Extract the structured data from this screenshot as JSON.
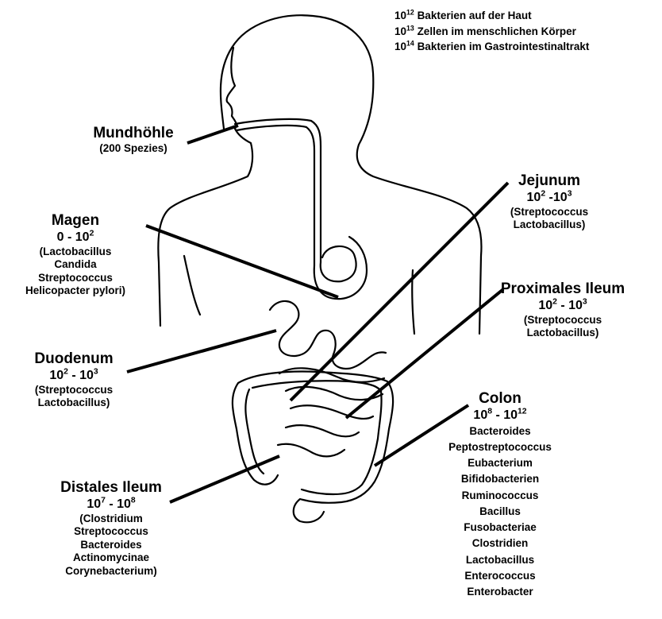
{
  "stats": [
    {
      "exp": "12",
      "text": "Bakterien auf der Haut"
    },
    {
      "exp": "13",
      "text": "Zellen im menschlichen Körper"
    },
    {
      "exp": "14",
      "text": "Bakterien im Gastrointestinaltrakt"
    }
  ],
  "mundhoehle": {
    "title": "Mundhöhle",
    "species": "(200 Spezies)"
  },
  "magen": {
    "title": "Magen",
    "count": {
      "low": "0",
      "sep": " - ",
      "high_base": "10",
      "high_exp": "2"
    },
    "species": [
      "(Lactobacillus",
      "Candida",
      "Streptococcus",
      "Helicopacter pylori)"
    ]
  },
  "duodenum": {
    "title": "Duodenum",
    "count": {
      "low_base": "10",
      "low_exp": "2",
      "sep": " - ",
      "high_base": "10",
      "high_exp": "3"
    },
    "species": [
      "(Streptococcus",
      "Lactobacillus)"
    ]
  },
  "distal": {
    "title": "Distales Ileum",
    "count": {
      "low_base": "10",
      "low_exp": "7",
      "sep": " - ",
      "high_base": "10",
      "high_exp": "8"
    },
    "species": [
      "(Clostridium",
      "Streptococcus",
      "Bacteroides",
      "Actinomycinae",
      "Corynebacterium)"
    ]
  },
  "jejunum": {
    "title": "Jejunum",
    "count": {
      "low_base": "10",
      "low_exp": "2",
      "sep": " -",
      "high_base": "10",
      "high_exp": "3"
    },
    "species": [
      "(Streptococcus",
      "Lactobacillus)"
    ]
  },
  "proximal": {
    "title": "Proximales Ileum",
    "count": {
      "low_base": "10",
      "low_exp": "2",
      "sep": " - ",
      "high_base": "10",
      "high_exp": "3"
    },
    "species": [
      "(Streptococcus",
      "Lactobacillus)"
    ]
  },
  "colon": {
    "title": "Colon",
    "count": {
      "low_base": "10",
      "low_exp": "8",
      "sep": " - ",
      "high_base": "10",
      "high_exp": "12"
    },
    "species": [
      "Bacteroides",
      "Peptostreptococcus",
      "Eubacterium",
      "Bifidobacterien",
      "Ruminococcus",
      "Bacillus",
      "Fusobacteriae",
      "Clostridien",
      "Lactobacillus",
      "Enterococcus",
      "Enterobacter"
    ]
  }
}
